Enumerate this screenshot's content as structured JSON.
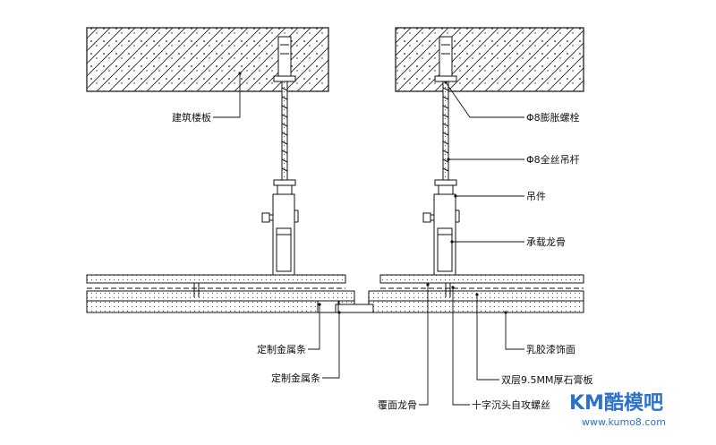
{
  "labels": {
    "building_slab": "建筑楼板",
    "expansion_bolt": "Φ8膨胀螺栓",
    "threaded_rod": "Φ8全丝吊杆",
    "hanger": "吊件",
    "main_keel": "承载龙骨",
    "latex_paint": "乳胶漆饰面",
    "gypsum_board": "双层9.5MM厚石膏板",
    "metal_strip_1": "定制金属条",
    "metal_strip_2": "定制金属条",
    "cover_keel": "覆面龙骨",
    "screw": "十字沉头自攻螺丝"
  },
  "watermark": {
    "brand": "KM酷模吧",
    "url": "www.kumo8.com"
  },
  "colors": {
    "line": "#1a1a1a",
    "hatch": "#222222",
    "watermark": "#2b72c8"
  }
}
